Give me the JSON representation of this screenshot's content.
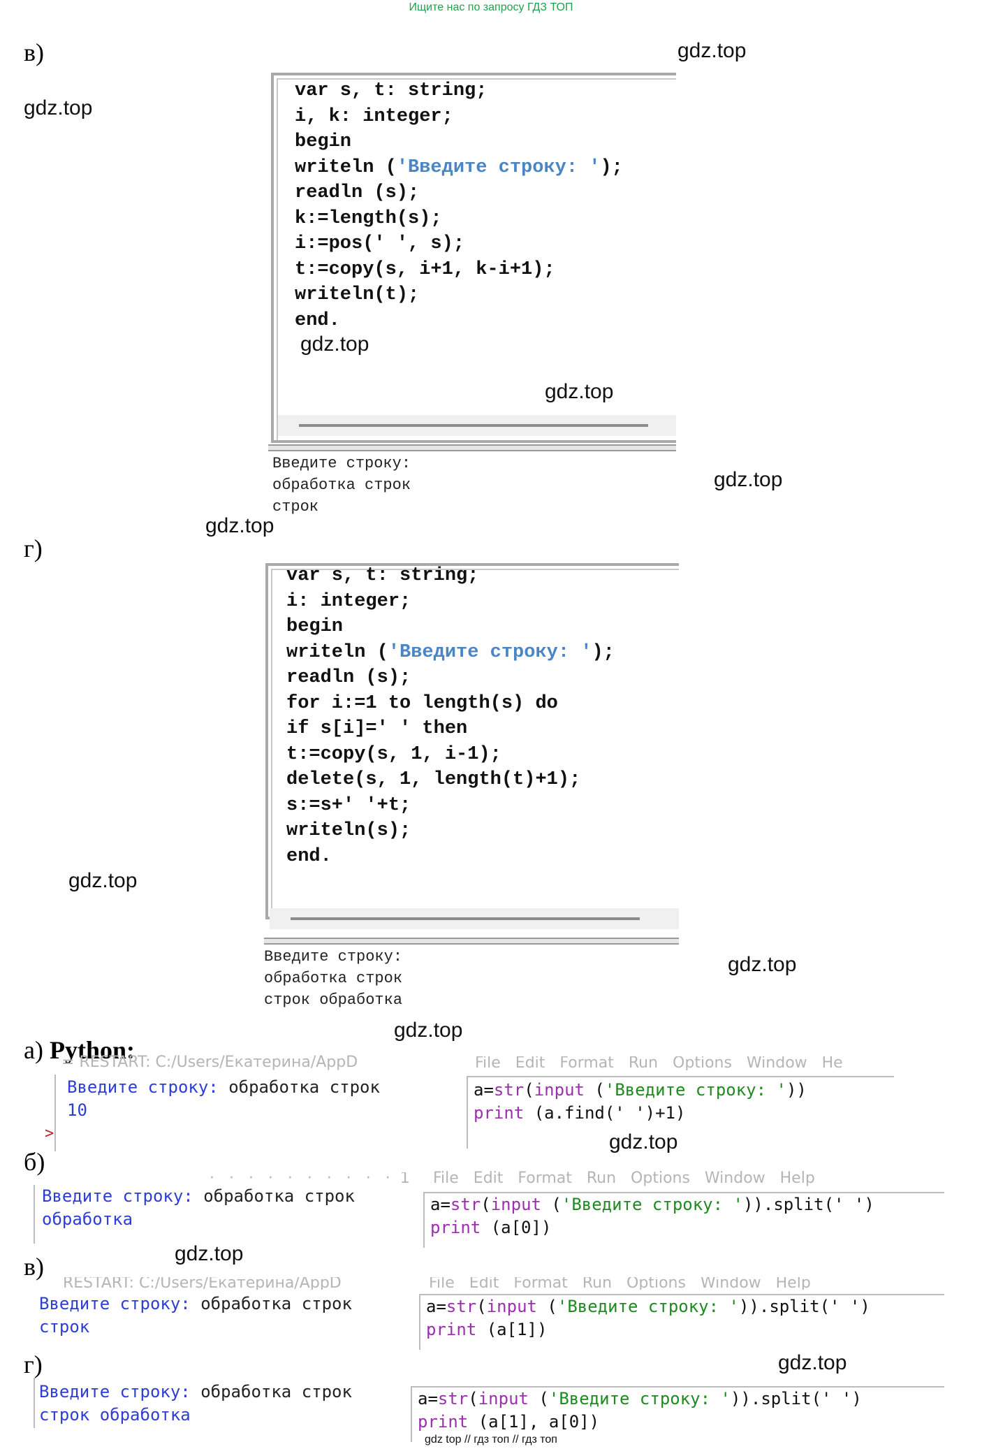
{
  "banner": "Ищите нас по запросу ГДЗ ТОП",
  "footer": "gdz top  //  гдз топ  //  гдз топ",
  "watermark": "gdz.top",
  "labels": {
    "v1": "в)",
    "g1": "г)",
    "a_prefix": "а) ",
    "a_python": "Python:",
    "b2": "б)",
    "v2": "в)",
    "g2": "г)"
  },
  "pascal_v": {
    "code": [
      "var s, t: string;",
      "i, k: integer;",
      "begin",
      "writeln (",
      "'Введите строку: '",
      ");",
      "readln (s);",
      "k:=length(s);",
      "i:=pos(' ', s);",
      "t:=copy(s, i+1, k-i+1);",
      "writeln(t);",
      "end."
    ],
    "console": [
      "Введите строку:",
      "обработка строк",
      "строк"
    ]
  },
  "pascal_g": {
    "code": [
      "var s, t: string;",
      "i: integer;",
      "begin",
      "writeln (",
      "'Введите строку: '",
      ");",
      "readln (s);",
      "for i:=1 to length(s) do",
      "if s[i]=' ' then",
      "t:=copy(s, 1, i-1);",
      "delete(s, 1, length(t)+1);",
      "s:=s+' '+t;",
      "writeln(s);",
      "end."
    ],
    "console": [
      "Введите строку:",
      "обработка строк",
      "строк обработка"
    ]
  },
  "python_a": {
    "header": "= RESTART: C:/Users/Екатерина/AppD",
    "menu": "File   Edit   Format   Run   Options   Window   He",
    "shell_prompt": "Введите строку:",
    "shell_input": " обработка строк",
    "shell_out": "10",
    "prompt_mark": ">",
    "edit1_a": "a=",
    "edit1_b": "str",
    "edit1_c": "(",
    "edit1_d": "input",
    "edit1_e": " (",
    "edit1_f": "'Введите строку: '",
    "edit1_g": "))",
    "edit2_a": "print",
    "edit2_b": " (a.find(' ')+1)"
  },
  "python_b": {
    "header": "·   ·   ·   ·   ·   ·   ·   ·   ·   ·  1",
    "menu": "File   Edit   Format   Run   Options   Window   Help",
    "shell_prompt": "Введите строку:",
    "shell_input": " обработка строк",
    "shell_out": "обработка",
    "edit1_a": "a=",
    "edit1_b": "str",
    "edit1_c": "(",
    "edit1_d": "input",
    "edit1_e": " (",
    "edit1_f": "'Введите строку: '",
    "edit1_g": ")).split(' ')",
    "edit2_a": "print",
    "edit2_b": " (a[0])"
  },
  "python_v": {
    "header": "RESTART: C:/Users/Екатерина/AppD",
    "menu": "File   Edit   Format   Run   Options   Window   Help",
    "shell_prompt": "Введите строку:",
    "shell_input": " обработка строк",
    "shell_out": "строк",
    "edit1_a": "a=",
    "edit1_b": "str",
    "edit1_c": "(",
    "edit1_d": "input",
    "edit1_e": " (",
    "edit1_f": "'Введите строку: '",
    "edit1_g": ")).split(' ')",
    "edit2_a": "print",
    "edit2_b": " (a[1])"
  },
  "python_g": {
    "shell_prompt": "Введите строку:",
    "shell_input": " обработка строк",
    "shell_out": "строк обработка",
    "edit1_a": "a=",
    "edit1_b": "str",
    "edit1_c": "(",
    "edit1_d": "input",
    "edit1_e": " (",
    "edit1_f": "'Введите строку: '",
    "edit1_g": ")).split(' ')",
    "edit2_a": "print",
    "edit2_b": " (a[1], a[0])"
  }
}
